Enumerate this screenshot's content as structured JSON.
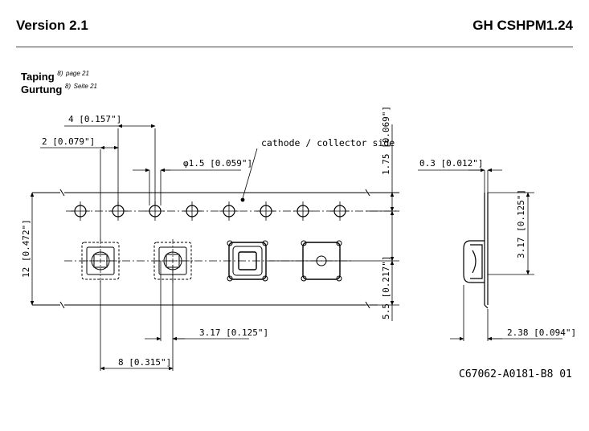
{
  "header": {
    "version": "Version 2.1",
    "part_number": "GH CSHPM1.24"
  },
  "section": {
    "title_en": "Taping",
    "ref_en_note": "8)",
    "ref_en_page": "page 21",
    "title_de": "Gurtung",
    "ref_de_note": "8)",
    "ref_de_page": "Seite 21"
  },
  "drawing": {
    "dim_pitch_4": "4 [0.157\"]",
    "dim_2": "2 [0.079\"]",
    "dim_hole_dia": "φ1.5 [0.059\"]",
    "label_cathode": "cathode / collector side",
    "dim_1_75": "1.75 [0.069\"]",
    "dim_12": "12 [0.472\"]",
    "dim_5_5": "5.5 [0.217\"]",
    "dim_3_17_bottom": "3.17 [0.125\"]",
    "dim_8": "8 [0.315\"]",
    "dim_0_3": "0.3 [0.012\"]",
    "dim_3_17_side": "3.17 [0.125\"]",
    "dim_2_38": "2.38 [0.094\"]",
    "drawing_number": "C67062-A0181-B8 01"
  }
}
